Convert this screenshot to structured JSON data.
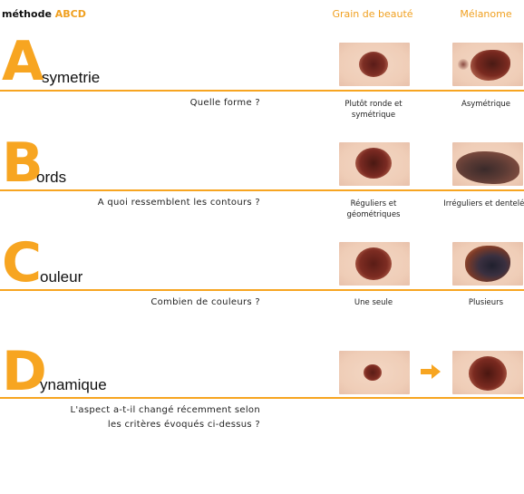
{
  "header": {
    "title_prefix": "méthode",
    "title_accent": "ABCD",
    "col_benign": "Grain de beauté",
    "col_melanoma": "Mélanome"
  },
  "rows": [
    {
      "letter": "A",
      "word": "symetrie",
      "question": "Quelle forme ?",
      "answer_benign": "Plutôt ronde et symétrique",
      "answer_melanoma": "Asymétrique"
    },
    {
      "letter": "B",
      "word": "ords",
      "question": "A quoi ressemblent les contours ?",
      "answer_benign": "Réguliers et géométriques",
      "answer_melanoma": "Irréguliers et dentelés"
    },
    {
      "letter": "C",
      "word": "ouleur",
      "question": "Combien de couleurs ?",
      "answer_benign": "Une seule",
      "answer_melanoma": "Plusieurs"
    },
    {
      "letter": "D",
      "word": "ynamique",
      "question_line1": "L'aspect a-t-il changé récemment selon",
      "question_line2": "les critères évoqués ci-dessus ?"
    }
  ],
  "colors": {
    "accent": "#f7a521",
    "text": "#222222"
  },
  "icons": {
    "arrow": "arrow-right-icon"
  }
}
